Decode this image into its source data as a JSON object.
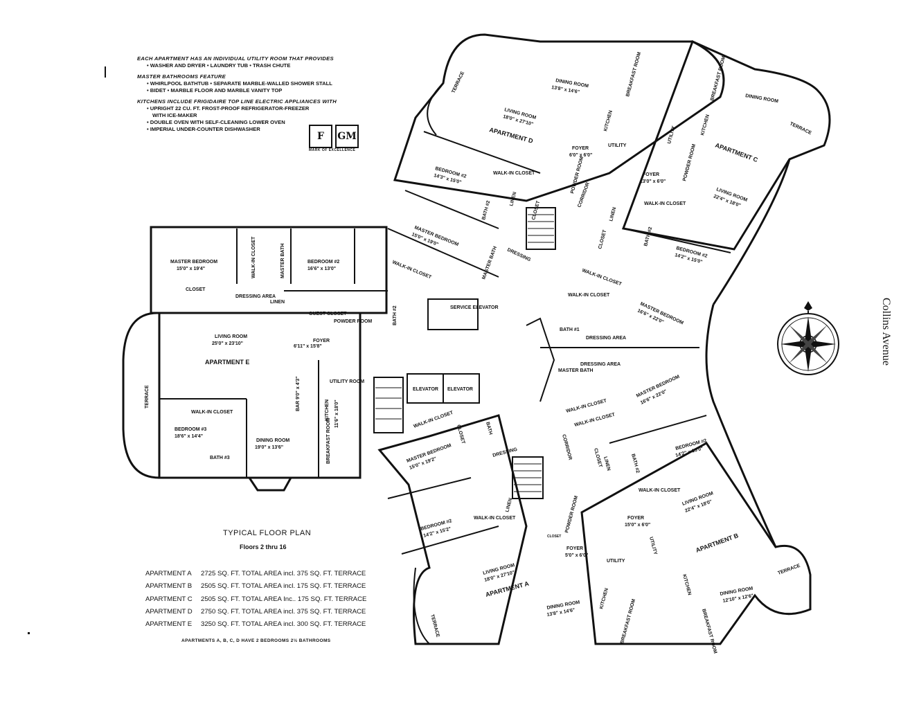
{
  "features": {
    "utility_heading": "EACH APARTMENT HAS AN INDIVIDUAL UTILITY ROOM THAT PROVIDES",
    "utility_items": "• WASHER AND DRYER • LAUNDRY TUB • TRASH CHUTE",
    "bath_heading": "MASTER BATHROOMS FEATURE",
    "bath_line1": "• WHIRLPOOL BATHTUB   • SEPARATE MARBLE-WALLED SHOWER STALL",
    "bath_line2": "• BIDET   • MARBLE FLOOR AND MARBLE VANITY TOP",
    "kitchen_heading": "KITCHENS INCLUDE FRIGIDAIRE TOP LINE ELECTRIC APPLIANCES WITH",
    "kitchen_item1": "• UPRIGHT 22 CU. FT. FROST-PROOF REFRIGERATOR-FREEZER",
    "kitchen_item1b": "WITH ICE-MAKER",
    "kitchen_item2": "• DOUBLE OVEN WITH SELF-CLEANING LOWER OVEN",
    "kitchen_item3": "• IMPERIAL UNDER-COUNTER DISHWASHER",
    "logo_f": "F",
    "logo_gm": "GM",
    "logo_caption": "MARK OF EXCELLENCE"
  },
  "plan": {
    "title": "TYPICAL FLOOR PLAN",
    "subtitle": "Floors 2 thru 16",
    "street": "Collins Avenue",
    "areas": [
      {
        "apt": "APARTMENT A",
        "area": "2725 SQ. FT. TOTAL AREA incl. 375 SQ. FT. TERRACE"
      },
      {
        "apt": "APARTMENT B",
        "area": "2505 SQ. FT. TOTAL AREA incl. 175 SQ. FT. TERRACE"
      },
      {
        "apt": "APARTMENT C",
        "area": "2505 SQ. FT. TOTAL AREA Inc.. 175 SQ. FT. TERRACE"
      },
      {
        "apt": "APARTMENT D",
        "area": "2750 SQ. FT. TOTAL AREA incl. 375 SQ. FT. TERRACE"
      },
      {
        "apt": "APARTMENT E",
        "area": "3250 SQ. FT. TOTAL AREA incl. 300 SQ. FT. TERRACE"
      }
    ],
    "note": "APARTMENTS A, B, C, D HAVE 2 BEDROOMS 2½ BATHROOMS"
  },
  "rooms": {
    "e_master": "MASTER BEDROOM",
    "e_master_dim": "15'0\" x 19'4\"",
    "e_walkin": "WALK-IN CLOSET",
    "e_mbath": "MASTER BATH",
    "e_bed2": "BEDROOM #2",
    "e_bed2_dim": "16'6\" x 13'0\"",
    "e_closet": "CLOSET",
    "e_dressing": "DRESSING AREA",
    "e_linen": "LINEN",
    "e_guest": "GUEST CLOSET",
    "e_powder": "POWDER ROOM",
    "e_bath2": "BATH #2",
    "e_living": "LIVING ROOM",
    "e_living_dim": "25'0\" x 23'10\"",
    "e_foyer": "FOYER",
    "e_foyer_dim": "6'11\" x 15'8\"",
    "e_apt": "APARTMENT E",
    "e_terrace": "TERRACE",
    "e_walkin2": "WALK-IN CLOSET",
    "e_bed3": "BEDROOM #3",
    "e_bed3_dim": "18'6\" x 14'4\"",
    "e_bath3": "BATH #3",
    "e_dining": "DINING ROOM",
    "e_dining_dim": "19'0\" x 13'6\"",
    "e_bar": "BAR 9'0\" x 4'3\"",
    "e_kitchen": "KITCHEN",
    "e_kitchen_dim": "11'6\" x 18'0\"",
    "e_breakfast": "BREAKFAST ROOM",
    "e_utility": "UTILITY ROOM",
    "service_elev": "SERVICE ELEVATOR",
    "elevator": "ELEVATOR",
    "corridor": "CORRIDOR",
    "d_terrace": "TERRACE",
    "d_living": "LIVING ROOM",
    "d_living_dim": "18'0\" x 27'10\"",
    "d_apt": "APARTMENT D",
    "d_dining": "DINING ROOM",
    "d_dining_dim": "13'8\" x 14'6\"",
    "d_breakfast": "BREAKFAST ROOM",
    "d_kitchen": "KITCHEN",
    "d_utility": "UTILITY",
    "d_foyer": "FOYER",
    "d_foyer_dim": "6'0\" x 6'0\"",
    "d_powder": "POWDER ROOM",
    "d_bed2": "BEDROOM #2",
    "d_bed2_dim": "14'3\" x 15'0\"",
    "d_walkin": "WALK-IN CLOSET",
    "d_linen": "LINEN",
    "d_bath2": "BATH #2",
    "d_closet": "CLOSET",
    "d_master": "MASTER BEDROOM",
    "d_master_dim": "15'0\" x 19'0\"",
    "d_walkin2": "WALK-IN CLOSET",
    "d_mbath": "MASTER BATH",
    "d_dressing": "DRESSING",
    "c_breakfast": "BREAKFAST ROOM",
    "c_dining": "DINING ROOM",
    "c_terrace": "TERRACE",
    "c_kitchen": "KITCHEN",
    "c_utility": "UTILITY",
    "c_apt": "APARTMENT C",
    "c_foyer": "FOYER",
    "c_foyer_dim": "13'0\" x 6'0\"",
    "c_powder": "POWDER ROOM",
    "c_living": "LIVING ROOM",
    "c_living_dim": "22'4\" x 18'0\"",
    "c_walkin": "WALK-IN CLOSET",
    "c_linen": "LINEN",
    "c_closet": "CLOSET",
    "c_bath2": "BATH #2",
    "c_bed2": "BEDROOM #2",
    "c_bed2_dim": "14'2\" x 15'0\"",
    "c_walkin2": "WALK-IN CLOSET",
    "c_walkin3": "WALK-IN CLOSET",
    "c_master": "MASTER BEDROOM",
    "c_master_dim": "16'6\" x 22'0\"",
    "c_bath1": "BATH #1",
    "c_dressing": "DRESSING AREA",
    "b_dressing": "DRESSING AREA",
    "b_mbath": "MASTER BATH",
    "b_walkin": "WALK-IN CLOSET",
    "b_walkin2": "WALK-IN CLOSET",
    "b_master": "MASTER BEDROOM",
    "b_master_dim": "16'6\" x 22'0\"",
    "b_bed2": "BEDROOM #2",
    "b_bed2_dim": "14'2\" x 15'0\"",
    "b_bath2": "BATH #2",
    "b_closet": "CLOSET",
    "b_linen": "LINEN",
    "b_walkin3": "WALK-IN CLOSET",
    "b_living": "LIVING ROOM",
    "b_living_dim": "22'4\" x 18'0\"",
    "b_foyer": "FOYER",
    "b_foyer_dim": "15'0\" x 6'0\"",
    "b_apt": "APARTMENT B",
    "b_utility": "UTILITY",
    "b_kitchen": "KITCHEN",
    "b_dining": "DINING ROOM",
    "b_dining_dim": "12'10\" x 12'6\"",
    "b_terrace": "TERRACE",
    "b_breakfast": "BREAKFAST ROOM",
    "a_master": "MASTER BEDROOM",
    "a_master_dim": "15'0\" x 19'2\"",
    "a_walkin": "WALK-IN CLOSET",
    "a_closet": "CLOSET",
    "a_bath": "BATH",
    "a_dressing": "DRESSING",
    "a_bed2": "BEDROOM #2",
    "a_bed2_dim": "14'2\" x 15'2\"",
    "a_walkin2": "WALK-IN CLOSET",
    "a_linen": "LINEN",
    "a_powder": "POWDER ROOM",
    "a_living": "LIVING ROOM",
    "a_living_dim": "18'0\" x 27'10\"",
    "a_apt": "APARTMENT A",
    "a_foyer": "FOYER",
    "a_foyer_dim": "5'0\" x 6'0\"",
    "a_closet2": "CLOSET",
    "a_utility": "UTILITY",
    "a_kitchen": "KITCHEN",
    "a_dining": "DINING ROOM",
    "a_dining_dim": "13'8\" x 14'6\"",
    "a_breakfast": "BREAKFAST ROOM",
    "a_terrace": "TERRACE"
  }
}
